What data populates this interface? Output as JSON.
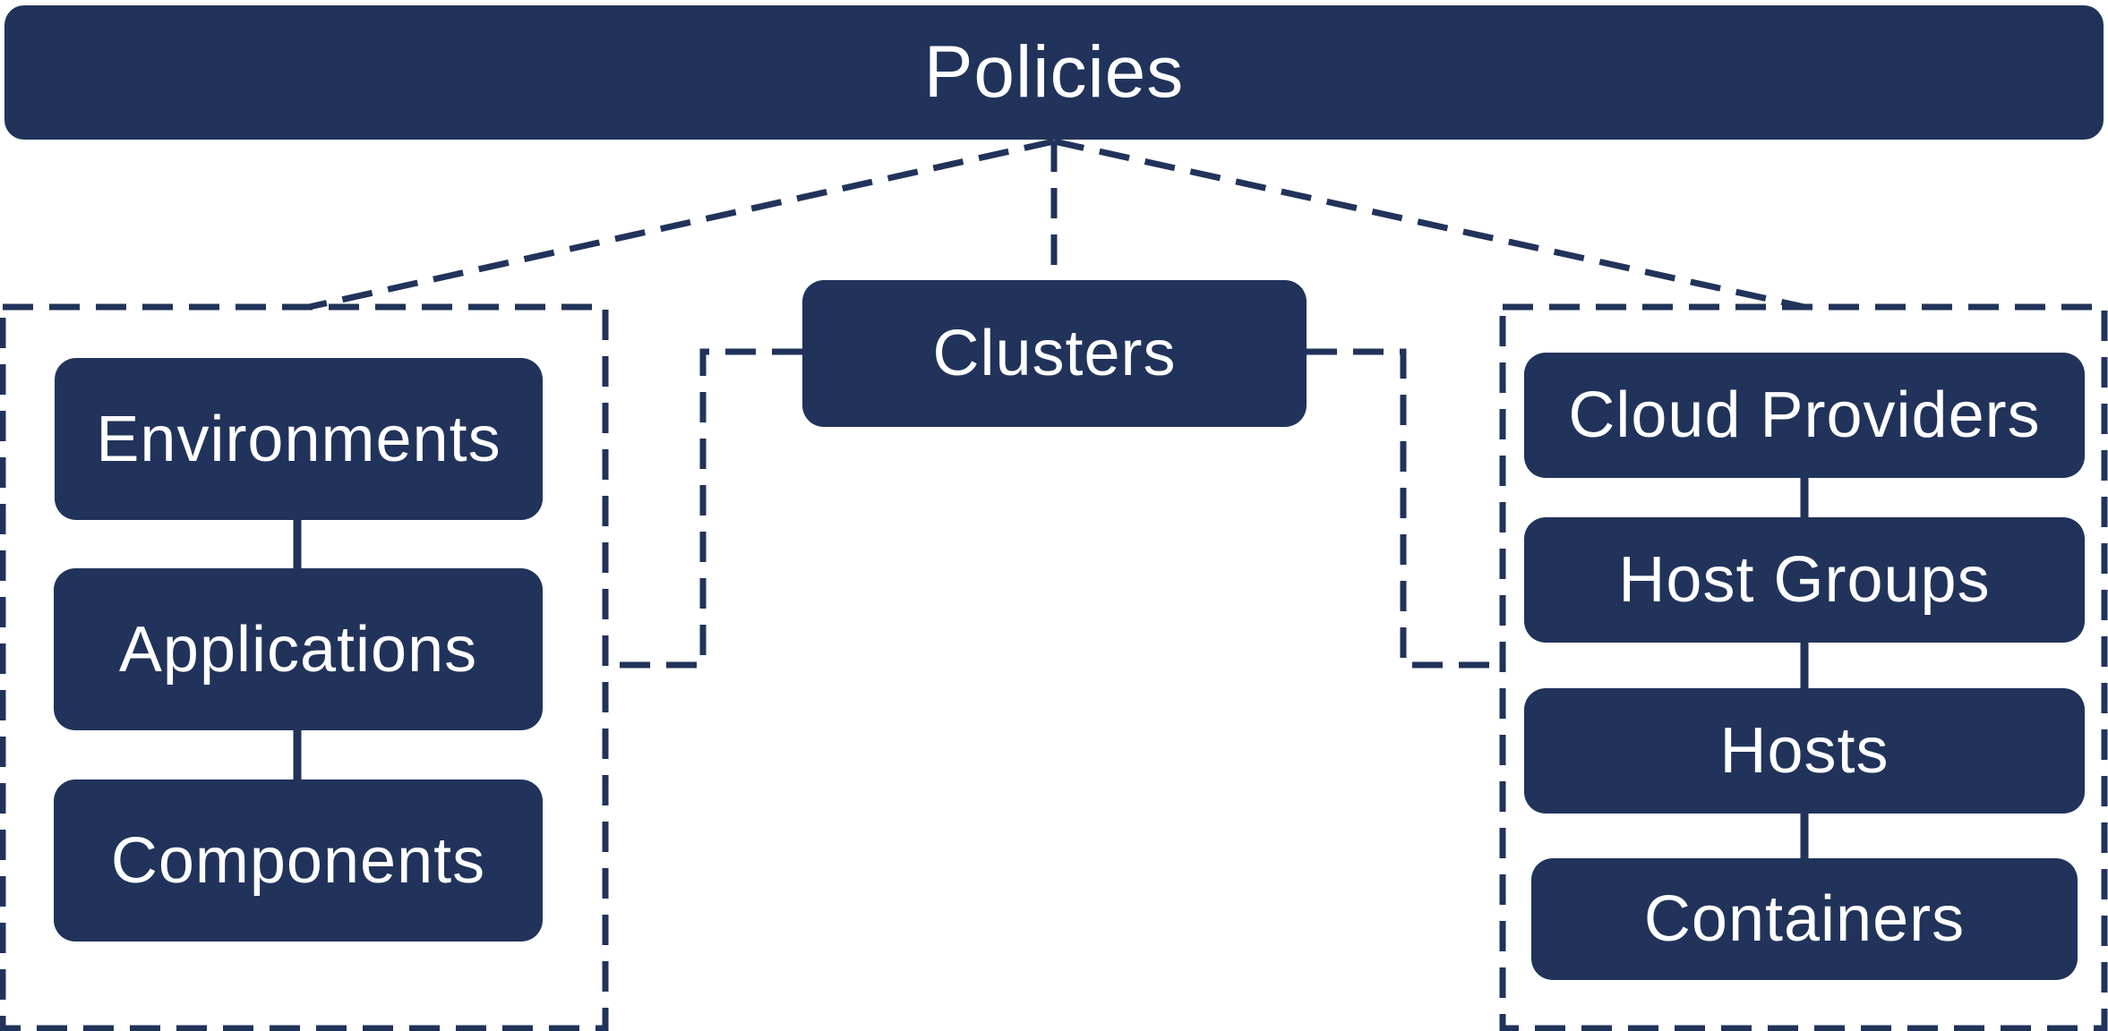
{
  "diagram": {
    "colors": {
      "node_fill": "#21335a",
      "node_text": "#ffffff",
      "line": "#21335a",
      "background": "#ffffff"
    },
    "top": {
      "label": "Policies"
    },
    "center": {
      "label": "Clusters"
    },
    "left_group": {
      "items": [
        {
          "label": "Environments"
        },
        {
          "label": "Applications"
        },
        {
          "label": "Components"
        }
      ]
    },
    "right_group": {
      "items": [
        {
          "label": "Cloud Providers"
        },
        {
          "label": "Host Groups"
        },
        {
          "label": "Hosts"
        },
        {
          "label": "Containers"
        }
      ]
    }
  }
}
